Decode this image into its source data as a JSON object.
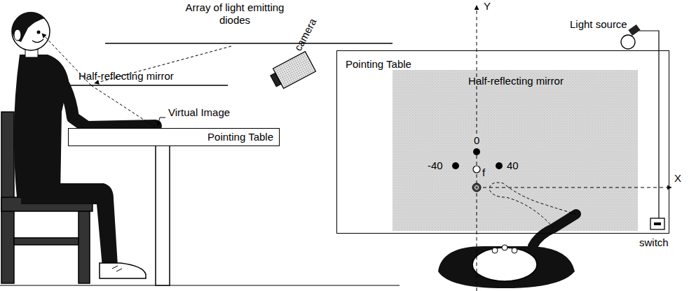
{
  "diagram": {
    "nodes": [
      {
        "text": [
          "Pointing Table"
        ]
      },
      {
        "text": [
          "Pointing Table"
        ]
      },
      {
        "text": [
          "Half-reflecting mirror"
        ],
        "in": 1
      }
    ],
    "labels": [
      "Array of light emitting diodes",
      "Half-reflecting mirror",
      "Virtual Image",
      "camera",
      "Y",
      "X",
      "Light source",
      "switch",
      "0",
      "-40",
      "40",
      "f"
    ]
  }
}
